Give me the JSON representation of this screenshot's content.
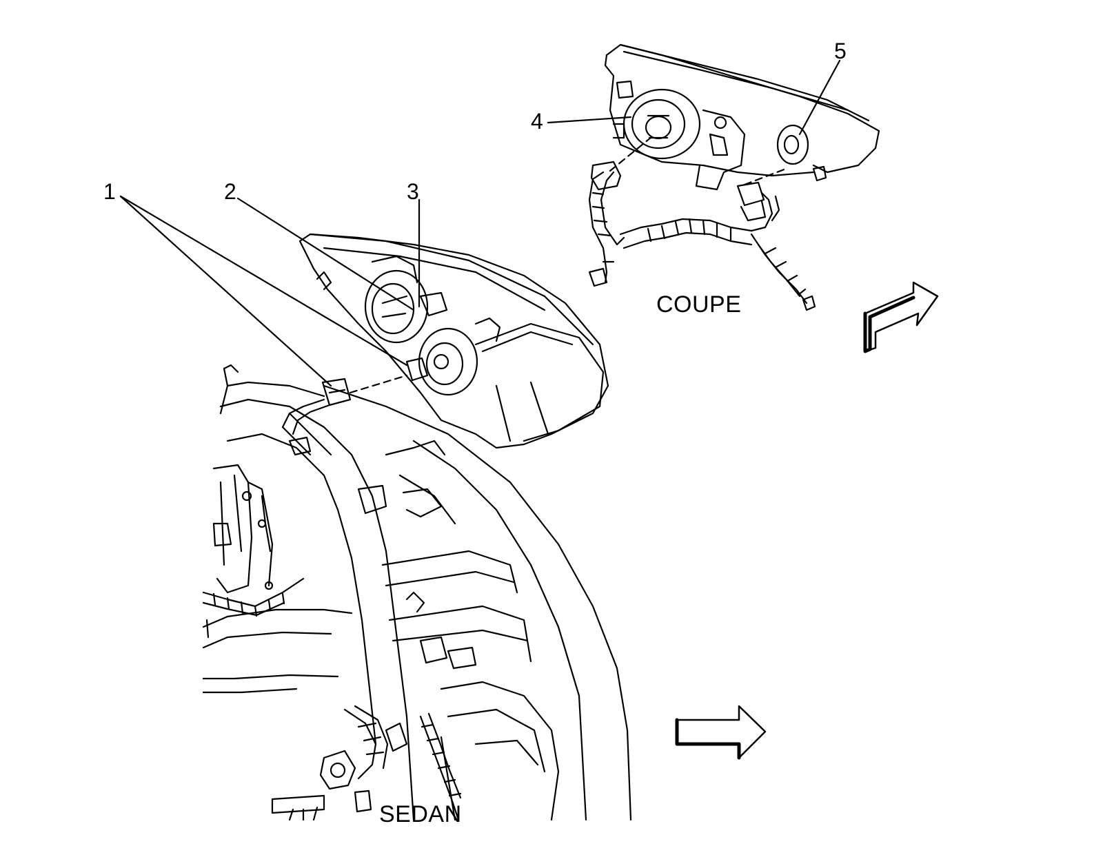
{
  "diagram": {
    "callouts": [
      {
        "id": "c1",
        "label": "1"
      },
      {
        "id": "c2",
        "label": "2"
      },
      {
        "id": "c3",
        "label": "3"
      },
      {
        "id": "c4",
        "label": "4"
      },
      {
        "id": "c5",
        "label": "5"
      }
    ],
    "views": {
      "coupe": "COUPE",
      "sedan": "SEDAN"
    },
    "icons": [
      "forward-arrow-icon"
    ],
    "colors": {
      "line": "#000000",
      "background": "#ffffff"
    }
  }
}
